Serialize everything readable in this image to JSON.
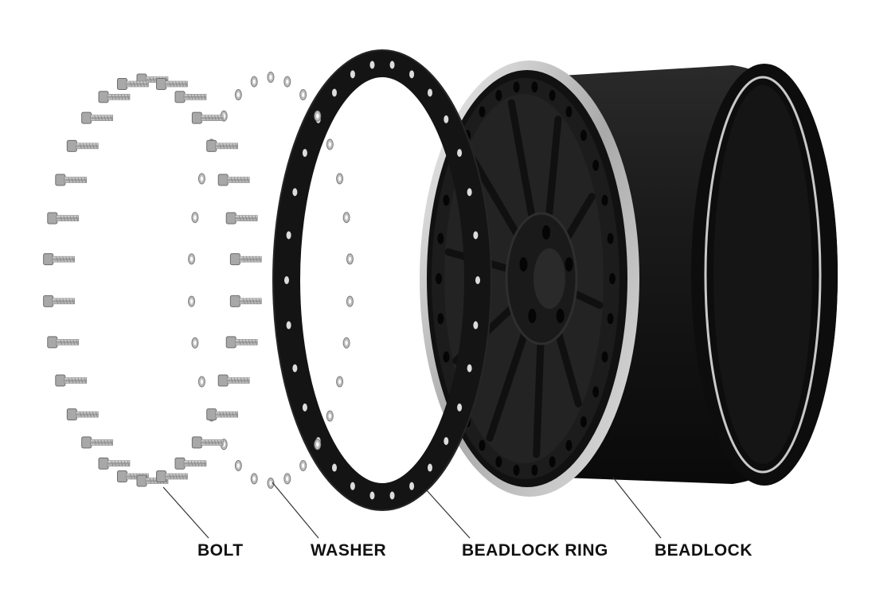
{
  "diagram": {
    "labels": {
      "bolt": "BOLT",
      "washer": "WASHER",
      "beadlock_ring": "BEADLOCK RING",
      "beadlock": "BEADLOCK"
    },
    "colors": {
      "wheel_body": "#151515",
      "beadlock_ring": "#141414",
      "hardware": "#b5b5b5",
      "polished_lip": "#d0d0d0",
      "leader_line": "#333333"
    }
  }
}
